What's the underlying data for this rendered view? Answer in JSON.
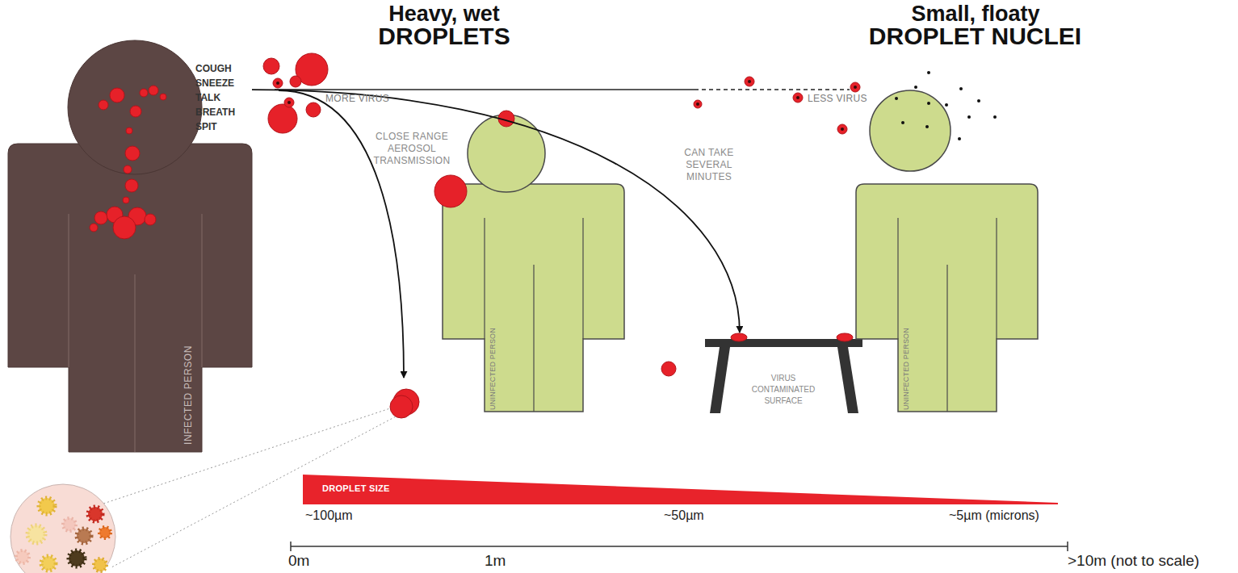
{
  "diagram": {
    "nodes": [
      {
        "text": [
          "INFECTED PERSON"
        ]
      },
      {
        "text": [
          "UNINFECTED PERSON"
        ]
      },
      {
        "text": [
          "VIRUS CONTAMINATED SURFACE"
        ]
      },
      {
        "text": [
          "UNINFECTED PERSON"
        ]
      },
      {
        "text": [
          "DROPLET SIZE"
        ]
      }
    ],
    "edges": [
      {
        "from": 0,
        "to": 2,
        "arrow": "to"
      }
    ],
    "labels": [
      "Heavy, wet",
      "DROPLETS",
      "Small, floaty",
      "DROPLET NUCLEI",
      "COUGH",
      "SNEEZE",
      "TALK",
      "BREATH",
      "SPIT",
      "MORE VIRUS",
      "LESS VIRUS",
      "CLOSE RANGE AEROSOL TRANSMISSION",
      "CAN TAKE SEVERAL MINUTES",
      "~100µm",
      "~50µm",
      "~5µm (microns)",
      "0m",
      "1m",
      ">10m (not to scale)"
    ]
  }
}
